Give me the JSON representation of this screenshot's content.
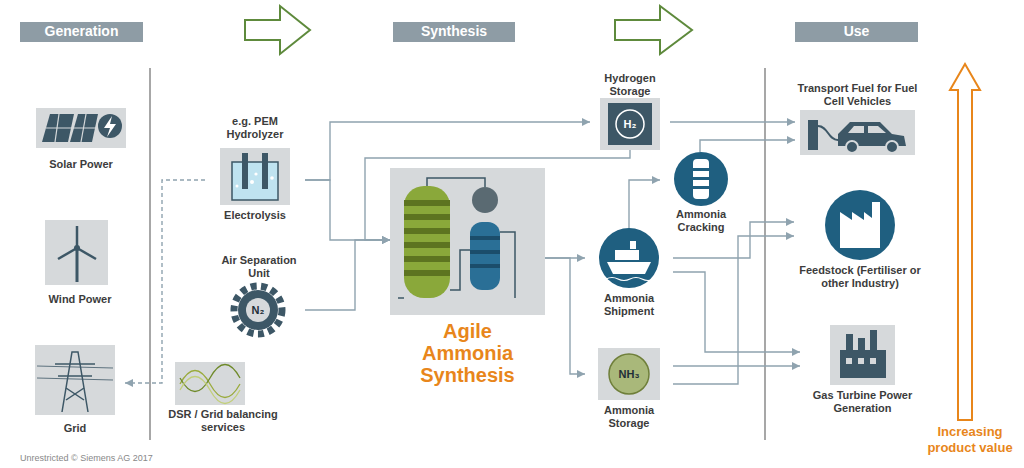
{
  "diagram": {
    "nodes": [
      {
        "text": [
          "Generation"
        ]
      },
      {
        "text": [
          "Synthesis"
        ]
      },
      {
        "text": [
          "Use"
        ]
      },
      {
        "text": [
          "Solar Power"
        ]
      },
      {
        "text": [
          "Wind Power"
        ]
      },
      {
        "text": [
          "Grid"
        ]
      },
      {
        "text": [
          "e.g. PEM Hydrolyzer",
          "Electrolysis"
        ]
      },
      {
        "text": [
          "Air Separation Unit"
        ]
      },
      {
        "text": [
          "DSR / Grid balancing services"
        ]
      },
      {
        "text": [
          "Agile Ammonia Synthesis"
        ]
      },
      {
        "text": [
          "Hydrogen Storage"
        ]
      },
      {
        "text": [
          "Ammonia Cracking"
        ]
      },
      {
        "text": [
          "Ammonia Shipment"
        ]
      },
      {
        "text": [
          "Ammonia Storage"
        ]
      },
      {
        "text": [
          "Transport Fuel for Fuel Cell Vehicles"
        ]
      },
      {
        "text": [
          "Feedstock (Fertiliser or other Industry)"
        ]
      },
      {
        "text": [
          "Gas Turbine Power Generation"
        ]
      }
    ],
    "edges": [
      {
        "from": 6,
        "to": 10,
        "arrow": "to"
      },
      {
        "from": 6,
        "to": 9,
        "arrow": "to"
      },
      {
        "from": 7,
        "to": 9,
        "arrow": "to"
      },
      {
        "from": 6,
        "to": 5,
        "arrow": "to"
      },
      {
        "from": 10,
        "to": 14,
        "arrow": "to"
      },
      {
        "from": 10,
        "to": 9,
        "arrow": "to"
      },
      {
        "from": 9,
        "to": 12,
        "arrow": "to"
      },
      {
        "from": 9,
        "to": 13,
        "arrow": "to"
      },
      {
        "from": 12,
        "to": 11,
        "arrow": "to"
      },
      {
        "from": 11,
        "to": 14,
        "arrow": "to"
      },
      {
        "from": 12,
        "to": 15,
        "arrow": "to"
      },
      {
        "from": 12,
        "to": 16,
        "arrow": "to"
      },
      {
        "from": 13,
        "to": 15,
        "arrow": "to"
      },
      {
        "from": 13,
        "to": 16,
        "arrow": "to"
      }
    ],
    "labels": [
      "N₂",
      "H₂",
      "NH₃",
      "Unrestricted © Siemens AG 2017",
      "Increasing product value"
    ]
  }
}
